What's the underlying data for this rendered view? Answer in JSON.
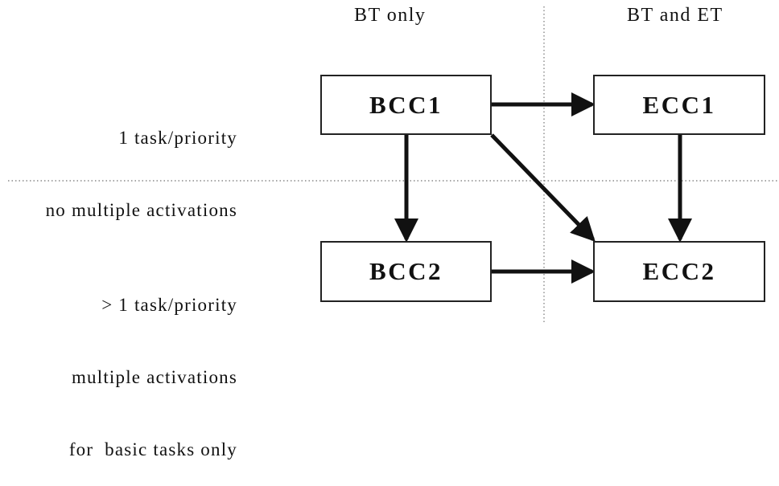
{
  "columns": {
    "left": "BT only",
    "right": "BT and ET"
  },
  "rows": {
    "top": [
      "1 task/priority",
      "no multiple activations"
    ],
    "bottom": [
      "> 1 task/priority",
      "multiple activations",
      "for  basic tasks only"
    ]
  },
  "boxes": {
    "bcc1": "BCC1",
    "ecc1": "ECC1",
    "bcc2": "BCC2",
    "ecc2": "ECC2"
  },
  "colors": {
    "ink": "#111111",
    "border": "#222222",
    "divider": "#888888"
  }
}
